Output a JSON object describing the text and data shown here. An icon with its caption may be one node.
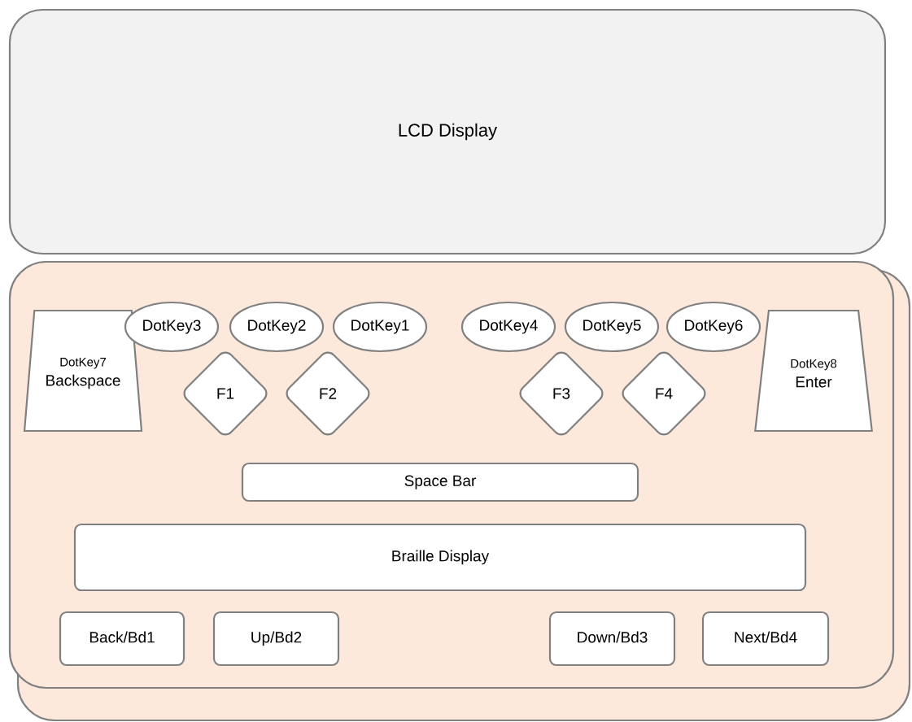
{
  "diagram": {
    "nodes": [
      {
        "text": [
          "LCD Display"
        ]
      },
      {
        "text": [],
        "shape": "box"
      },
      {
        "text": [
          "DotKey7",
          "Backspace"
        ],
        "in": 1
      },
      {
        "text": [
          "DotKey3"
        ],
        "in": 1
      },
      {
        "text": [
          "DotKey2"
        ],
        "in": 1
      },
      {
        "text": [
          "DotKey1"
        ],
        "in": 1
      },
      {
        "text": [
          "DotKey4"
        ],
        "in": 1
      },
      {
        "text": [
          "DotKey5"
        ],
        "in": 1
      },
      {
        "text": [
          "DotKey6"
        ],
        "in": 1
      },
      {
        "text": [
          "DotKey8",
          "Enter"
        ],
        "in": 1
      },
      {
        "text": [
          "F1"
        ],
        "in": 1
      },
      {
        "text": [
          "F2"
        ],
        "in": 1
      },
      {
        "text": [
          "F3"
        ],
        "in": 1
      },
      {
        "text": [
          "F4"
        ],
        "in": 1
      },
      {
        "text": [
          "Space Bar"
        ],
        "in": 1
      },
      {
        "text": [
          "Braille Display"
        ],
        "in": 1
      },
      {
        "text": [
          "Back/Bd1"
        ],
        "in": 1
      },
      {
        "text": [
          "Up/Bd2"
        ],
        "in": 1
      },
      {
        "text": [
          "Down/Bd3"
        ],
        "in": 1
      },
      {
        "text": [
          "Next/Bd4"
        ],
        "in": 1
      }
    ]
  }
}
